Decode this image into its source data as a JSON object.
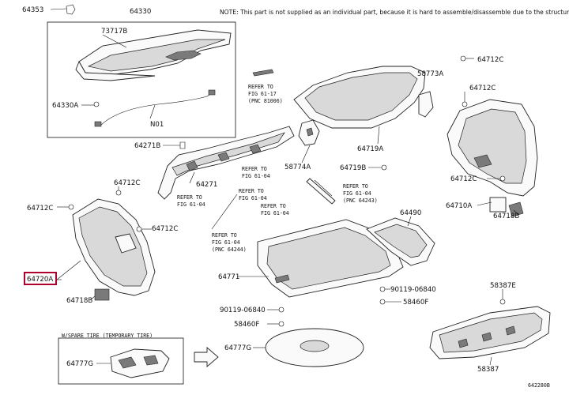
{
  "note": "NOTE: This part is not supplied as an individual part, because it is hard to assemble/disassemble due to the structure",
  "diagram_id": "642280B",
  "highlighted_part": "64720A",
  "parts": [
    {
      "id": "p64353",
      "label": "64353"
    },
    {
      "id": "p64330",
      "label": "64330"
    },
    {
      "id": "p73717B",
      "label": "73717B"
    },
    {
      "id": "p64330A",
      "label": "64330A"
    },
    {
      "id": "pN01",
      "label": "N01"
    },
    {
      "id": "p58773A",
      "label": "58773A"
    },
    {
      "id": "p64712C_a",
      "label": "64712C"
    },
    {
      "id": "p64712C_b",
      "label": "64712C"
    },
    {
      "id": "p64271B",
      "label": "64271B"
    },
    {
      "id": "p64719A",
      "label": "64719A"
    },
    {
      "id": "p58774A",
      "label": "58774A"
    },
    {
      "id": "p64719B",
      "label": "64719B"
    },
    {
      "id": "p64712C_c",
      "label": "64712C"
    },
    {
      "id": "p64271",
      "label": "64271"
    },
    {
      "id": "p64712C_d",
      "label": "64712C"
    },
    {
      "id": "p64712C_e",
      "label": "64712C"
    },
    {
      "id": "p64710A",
      "label": "64710A"
    },
    {
      "id": "p64718B_a",
      "label": "64718B"
    },
    {
      "id": "p64490",
      "label": "64490"
    },
    {
      "id": "p64712C_f",
      "label": "64712C"
    },
    {
      "id": "p64720A",
      "label": "64720A"
    },
    {
      "id": "p64771",
      "label": "64771"
    },
    {
      "id": "p90119_a",
      "label": "90119-06840"
    },
    {
      "id": "p64460F_a",
      "label": "58460F"
    },
    {
      "id": "p64718B_b",
      "label": "64718B"
    },
    {
      "id": "p58387E",
      "label": "58387E"
    },
    {
      "id": "p90119_b",
      "label": "90119-06840"
    },
    {
      "id": "p58460F_b",
      "label": "58460F"
    },
    {
      "id": "p64777G_a",
      "label": "64777G"
    },
    {
      "id": "p64777G_b",
      "label": "64777G"
    },
    {
      "id": "p58387",
      "label": "58387"
    }
  ],
  "refs": [
    {
      "id": "r1",
      "lines": [
        "REFER TO",
        "FIG 61-17",
        "(PNC 81006)"
      ]
    },
    {
      "id": "r2",
      "lines": [
        "REFER TO",
        "FIG 61-04"
      ]
    },
    {
      "id": "r3",
      "lines": [
        "REFER TO",
        "FIG 61-04"
      ]
    },
    {
      "id": "r4",
      "lines": [
        "REFER TO",
        "FIG 61-04"
      ]
    },
    {
      "id": "r5",
      "lines": [
        "REFER TO",
        "FIG 61-04",
        "(PNC 64243)"
      ]
    },
    {
      "id": "r6",
      "lines": [
        "REFER TO",
        "FIG 61-04"
      ]
    },
    {
      "id": "r7",
      "lines": [
        "REFER TO",
        "FIG 61-04",
        "(PNC 64244)"
      ]
    }
  ],
  "spare_box_label": "W/SPARE TIRE (TEMPORARY TIRE)"
}
